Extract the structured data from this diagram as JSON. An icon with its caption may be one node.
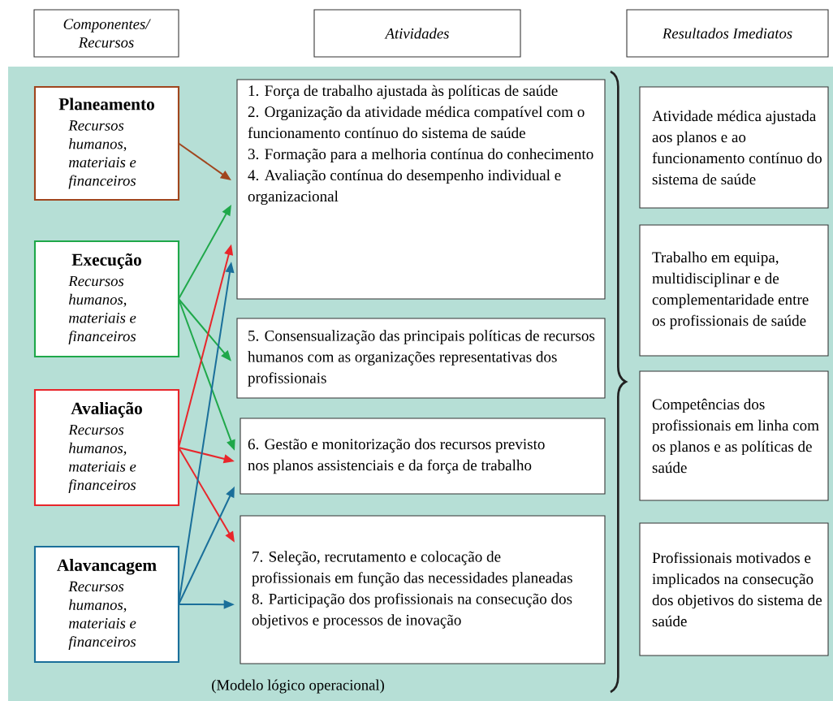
{
  "diagram": {
    "nodes": [
      {
        "text": [
          "Componentes/ Recursos"
        ]
      },
      {
        "text": [
          "Atividades"
        ]
      },
      {
        "text": [
          "Resultados Imediatos"
        ]
      },
      {
        "text": [
          "Planeamento",
          "Recursos humanos, materiais e financeiros"
        ]
      },
      {
        "text": [
          "Execução",
          "Recursos humanos, materiais e financeiros"
        ]
      },
      {
        "text": [
          "Avaliação",
          "Recursos humanos, materiais e financeiros"
        ]
      },
      {
        "text": [
          "Alavancagem",
          "Recursos humanos, materiais e financeiros"
        ]
      },
      {
        "text": [
          "1. Força de trabalho ajustada às políticas de saúde",
          "2. Organização da atividade médica compatível com o funcionamento contínuo do sistema de saúde",
          "3. Formação para a melhoria contínua do conhecimento",
          "4. Avaliação contínua do desempenho individual e organizacional"
        ]
      },
      {
        "text": [
          "5. Consensualização das principais políticas de recursos humanos com as organizações representativas dos profissionais"
        ]
      },
      {
        "text": [
          "6. Gestão e monitorização dos recursos previsto nos planos assistenciais e da força de trabalho"
        ]
      },
      {
        "text": [
          "7. Seleção, recrutamento e colocação de profissionais em função das necessidades planeadas",
          "8. Participação dos profissionais na consecução dos objetivos e processos de inovação"
        ]
      },
      {
        "text": [
          "Atividade médica ajustada aos planos e ao funcionamento contínuo do sistema de saúde"
        ]
      },
      {
        "text": [
          "Trabalho em equipa, multidisciplinar e de complementaridade entre os profissionais de saúde"
        ]
      },
      {
        "text": [
          "Competências dos profissionais em linha com os planos e as políticas de saúde"
        ]
      },
      {
        "text": [
          "Profissionais motivados e implicados na consecução dos objetivos do sistema de saúde"
        ]
      }
    ],
    "edges": [
      {
        "from": 3,
        "to": 7,
        "arrow": "to",
        "color": "#a0461e"
      },
      {
        "from": 4,
        "to": 7,
        "arrow": "to",
        "color": "#1fa84a"
      },
      {
        "from": 4,
        "to": 8,
        "arrow": "to",
        "color": "#1fa84a"
      },
      {
        "from": 4,
        "to": 9,
        "arrow": "to",
        "color": "#1fa84a"
      },
      {
        "from": 5,
        "to": 7,
        "arrow": "to",
        "color": "#e8262b"
      },
      {
        "from": 5,
        "to": 9,
        "arrow": "to",
        "color": "#e8262b"
      },
      {
        "from": 5,
        "to": 10,
        "arrow": "to",
        "color": "#e8262b"
      },
      {
        "from": 6,
        "to": 7,
        "arrow": "to",
        "color": "#1a6f9a"
      },
      {
        "from": 6,
        "to": 9,
        "arrow": "to",
        "color": "#1a6f9a"
      },
      {
        "from": 6,
        "to": 10,
        "arrow": "to",
        "color": "#1a6f9a"
      }
    ],
    "labels": [
      "(Modelo lógico operacional)"
    ]
  }
}
